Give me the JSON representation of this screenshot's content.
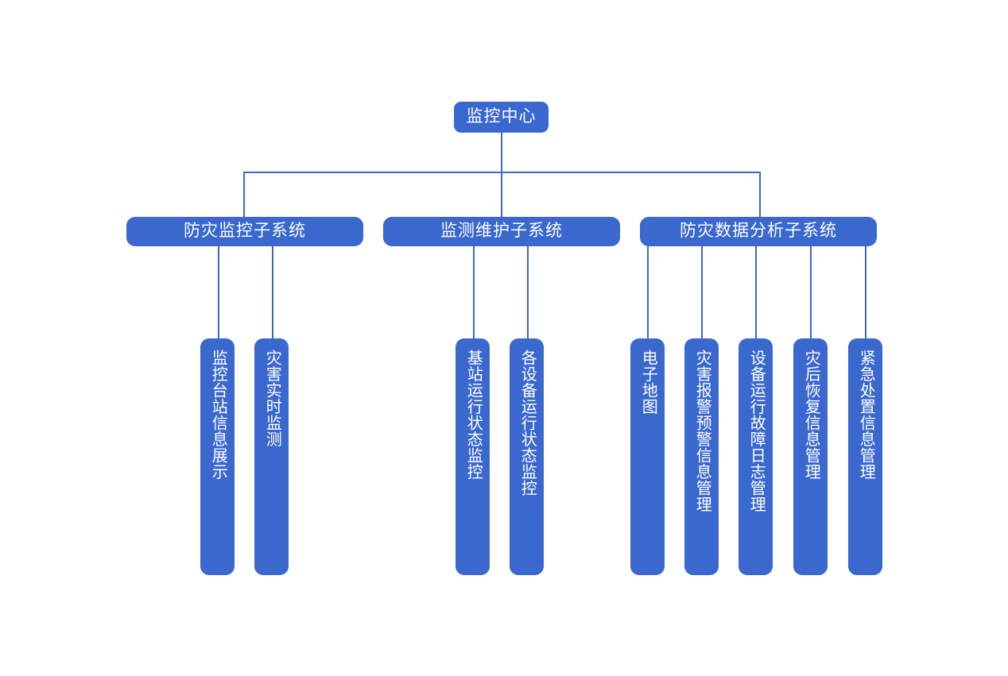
{
  "diagram": {
    "title_text": "监控中心",
    "colors": {
      "node_fill": "#3A68CE",
      "node_text": "#FFFFFF",
      "connector": "#3A68CE",
      "background": "#FFFFFF"
    },
    "root": {
      "label": "监控中心"
    },
    "branches": [
      {
        "label": "防灾监控子系统",
        "leaves": [
          {
            "label": "监控台站信息展示"
          },
          {
            "label": "灾害实时监测"
          }
        ]
      },
      {
        "label": "监测维护子系统",
        "leaves": [
          {
            "label": "基站运行状态监控"
          },
          {
            "label": "各设备运行状态监控"
          }
        ]
      },
      {
        "label": "防灾数据分析子系统",
        "leaves": [
          {
            "label": "电子地图"
          },
          {
            "label": "灾害报警预警信息管理"
          },
          {
            "label": "设备运行故障日志管理"
          },
          {
            "label": "灾后恢复信息管理"
          },
          {
            "label": "紧急处置信息管理"
          }
        ]
      }
    ]
  }
}
